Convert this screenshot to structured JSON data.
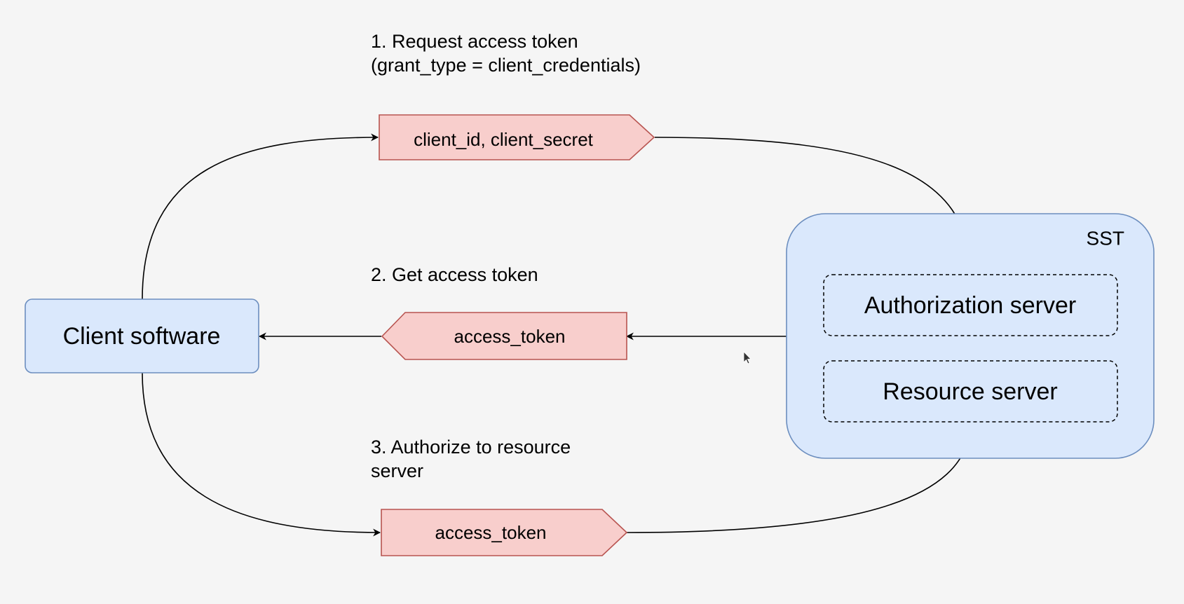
{
  "steps": {
    "step1": "1. Request access token\n(grant_type = client_credentials)",
    "step2": "2. Get access token",
    "step3": "3. Authorize to resource\nserver"
  },
  "nodes": {
    "client_software": "Client software",
    "sst_container": "SST",
    "authorization_server": "Authorization server",
    "resource_server": "Resource server"
  },
  "messages": {
    "credentials": "client_id, client_secret",
    "token_response": "access_token",
    "token_request": "access_token"
  },
  "colors": {
    "node_fill": "#dae8fc",
    "node_stroke": "#6c8ebf",
    "message_fill": "#f8cecc",
    "message_stroke": "#b85450",
    "background": "#f5f5f5"
  }
}
